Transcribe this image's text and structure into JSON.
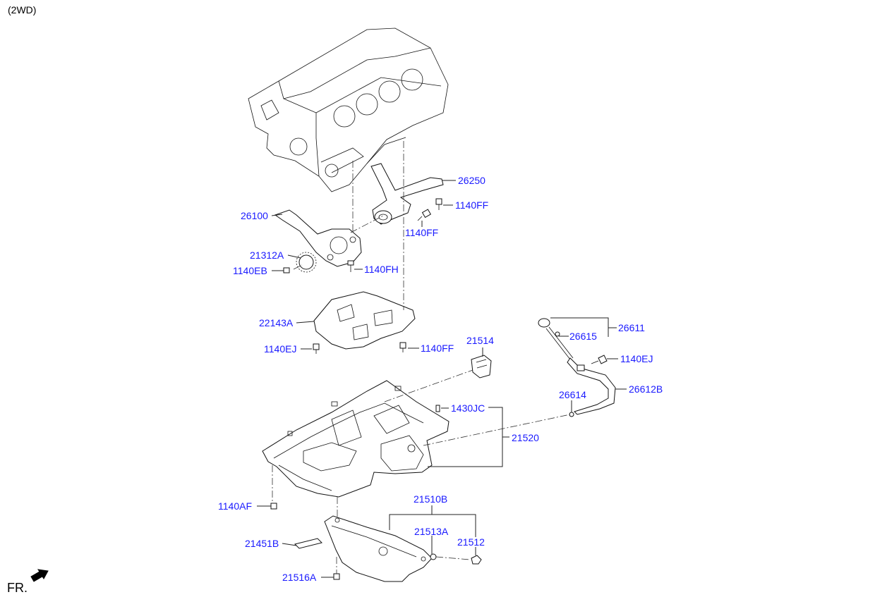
{
  "header": {
    "variant": "(2WD)"
  },
  "orientation": {
    "label": "FR.",
    "icon": "front-arrow-icon"
  },
  "parts": {
    "p26250": "26250",
    "p1140FF_a": "1140FF",
    "p1140FF_b": "1140FF",
    "p26100": "26100",
    "p21312A": "21312A",
    "p1140EB": "1140EB",
    "p1140FH": "1140FH",
    "p22143A": "22143A",
    "p1140EJ_a": "1140EJ",
    "p1140FF_c": "1140FF",
    "p21514": "21514",
    "p26611": "26611",
    "p26615": "26615",
    "p1140EJ_b": "1140EJ",
    "p26612B": "26612B",
    "p26614": "26614",
    "p1430JC": "1430JC",
    "p21520": "21520",
    "p1140AF": "1140AF",
    "p21510B": "21510B",
    "p21513A": "21513A",
    "p21512": "21512",
    "p21451B": "21451B",
    "p21516A": "21516A"
  }
}
